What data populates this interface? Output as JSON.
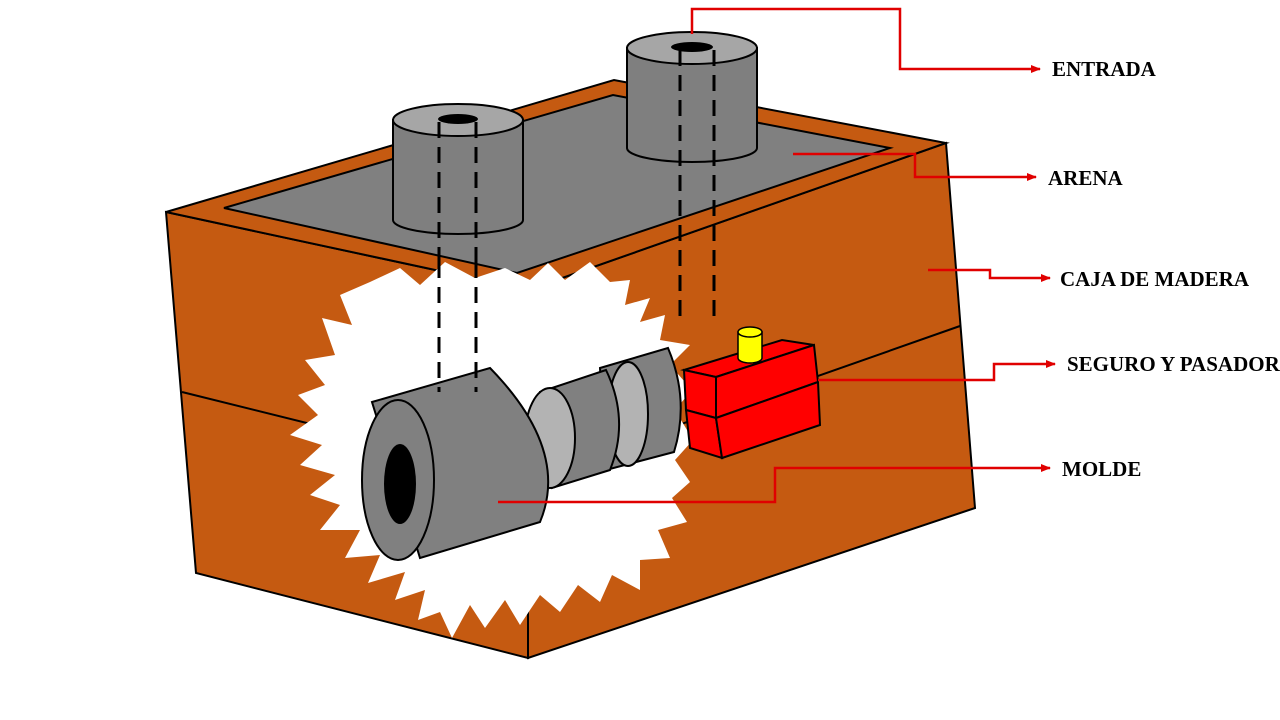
{
  "labels": {
    "entrada": "ENTRADA",
    "arena": "ARENA",
    "caja": "CAJA DE MADERA",
    "seguro": "SEGURO Y PASADOR",
    "molde": "MOLDE"
  },
  "colors": {
    "wood": "#c55a11",
    "sand": "#808080",
    "pipe": "#7f7f7f",
    "pipe_top": "#a6a6a6",
    "mold": "#808080",
    "mold_ring": "#b3b3b3",
    "lock": "#ff0000",
    "pin": "#ffff00",
    "leader": "#e00000",
    "outline": "#000000"
  }
}
